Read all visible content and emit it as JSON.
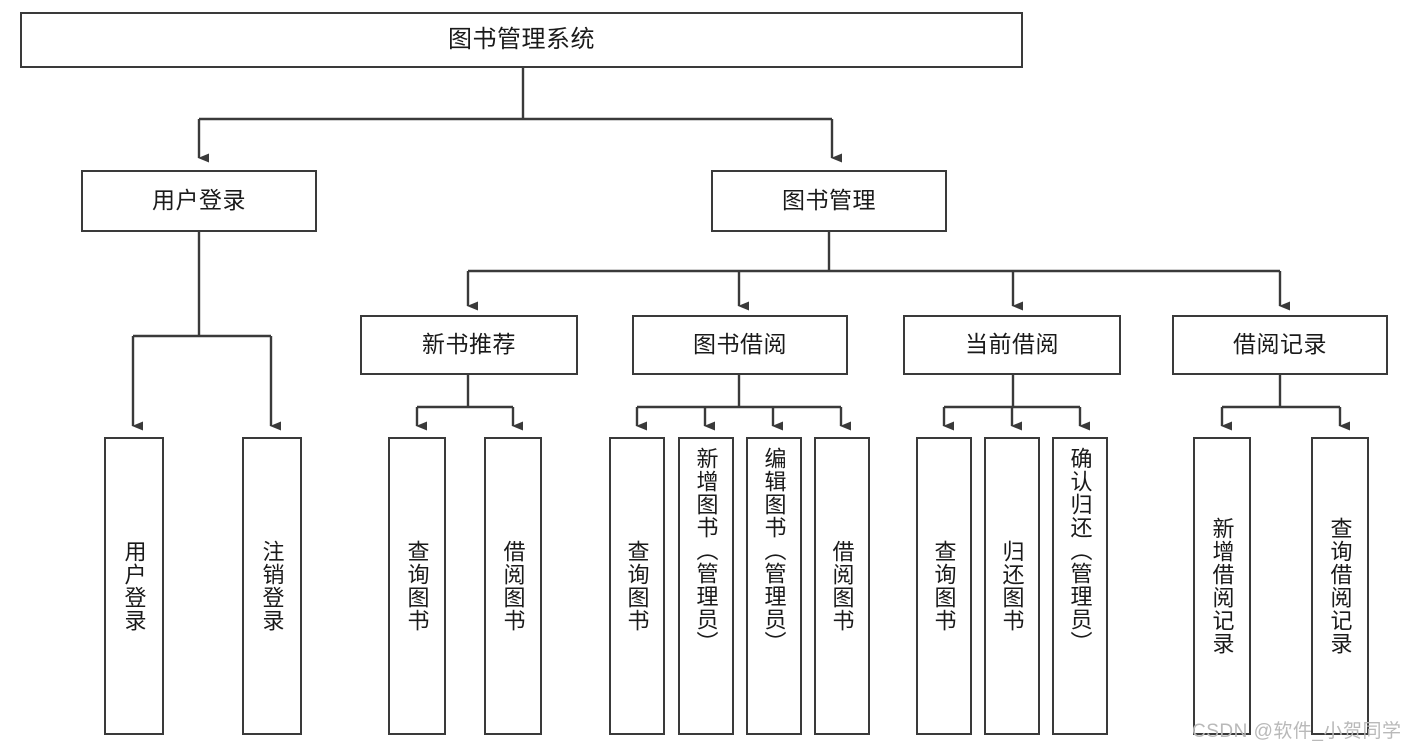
{
  "diagram": {
    "type": "tree",
    "title": "图书管理系统",
    "orientation": "top-down",
    "line_color": "#3a3a3a",
    "box_fill": "#ffffff",
    "text_color": "#1a1a1a"
  },
  "root": {
    "label": "图书管理系统"
  },
  "level1": [
    {
      "label": "用户登录"
    },
    {
      "label": "图书管理"
    }
  ],
  "level2": [
    {
      "label": "新书推荐"
    },
    {
      "label": "图书借阅"
    },
    {
      "label": "当前借阅"
    },
    {
      "label": "借阅记录"
    }
  ],
  "leaves": {
    "user_login": [
      {
        "label": "用户登录"
      },
      {
        "label": "注销登录"
      }
    ],
    "new_book_recommend": [
      {
        "label": "查询图书"
      },
      {
        "label": "借阅图书"
      }
    ],
    "book_borrow": [
      {
        "label": "查询图书"
      },
      {
        "label": "新增图书（管理员）"
      },
      {
        "label": "编辑图书（管理员）"
      },
      {
        "label": "借阅图书"
      }
    ],
    "current_borrow": [
      {
        "label": "查询图书"
      },
      {
        "label": "归还图书"
      },
      {
        "label": "确认归还（管理员）"
      }
    ],
    "borrow_record": [
      {
        "label": "新增借阅记录"
      },
      {
        "label": "查询借阅记录"
      }
    ]
  },
  "watermark": {
    "text": "CSDN @软件_小贺同学"
  }
}
